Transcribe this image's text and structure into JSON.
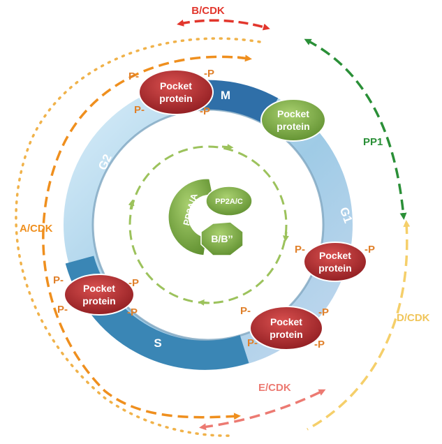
{
  "kinases": {
    "b_cdk": "B/CDK",
    "a_cdk": "A/CDK",
    "d_cdk": "D/CDK",
    "e_cdk": "E/CDK",
    "pp1": "PP1"
  },
  "phases": {
    "m": "M",
    "g1": "G1",
    "s": "S",
    "g2": "G2"
  },
  "pocket_protein": {
    "line1": "Pocket",
    "line2": "protein"
  },
  "phospho_left": "P-",
  "phospho_right": "-P",
  "pp2a": {
    "a": "PP2A/A",
    "c": "PP2A/C",
    "b": "B/B’’"
  },
  "colors": {
    "b_cdk": "#e2362c",
    "a_cdk": "#ef8f1e",
    "d_cdk": "#f5cf6a",
    "e_cdk": "#ec7a72",
    "pp1": "#2a8f37",
    "pocket_red": "#b0262a",
    "pocket_green": "#7fb04a",
    "ring_light": "#b8dcf0",
    "ring_dark": "#3a86b5",
    "inner_dash": "#9cc25c"
  }
}
